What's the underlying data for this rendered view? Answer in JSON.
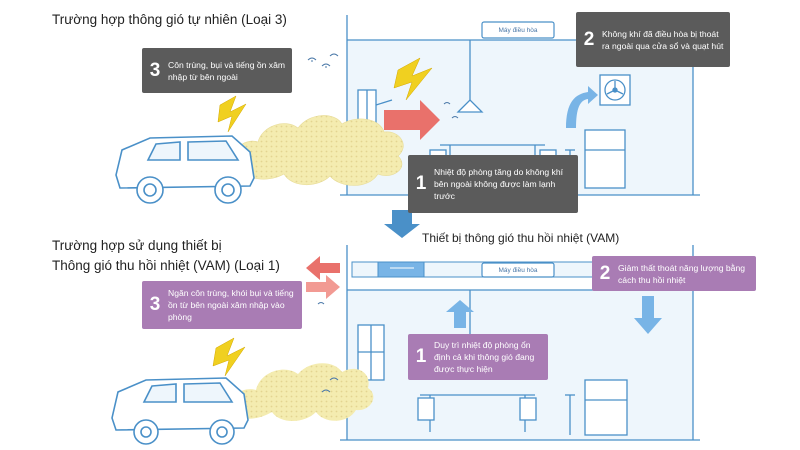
{
  "top": {
    "title": "Trường hợp thông gió tự nhiên (Loại 3)",
    "ac_label": "Máy điều hòa",
    "boxes": [
      {
        "num": "3",
        "text": "Côn trùng, bụi và tiếng ồn xâm nhập từ bên ngoài"
      },
      {
        "num": "2",
        "text": "Không khí đã điều hòa bị thoát ra ngoài qua cửa sổ và quạt hút"
      },
      {
        "num": "1",
        "text": "Nhiệt độ phòng tăng do không khí bên ngoài không được làm lạnh trước"
      }
    ]
  },
  "bottom": {
    "title_line1": "Trường hợp sử dụng thiết bị",
    "title_line2": "Thông gió thu hồi nhiệt (VAM) (Loại 1)",
    "vam_label": "Thiết bị thông gió thu hồi nhiệt (VAM)",
    "ac_label": "Máy điều hòa",
    "boxes": [
      {
        "num": "3",
        "text": "Ngăn côn trùng, khói bụi và tiếng ồn từ bên ngoài xâm nhập vào phòng"
      },
      {
        "num": "2",
        "text": "Giảm thất thoát năng lượng bằng cách thu hồi nhiệt"
      },
      {
        "num": "1",
        "text": "Duy trì nhiệt độ phòng ổn định cả khi thông gió đang được thực hiện"
      }
    ]
  },
  "colors": {
    "line": "#4a90c8",
    "room_fill": "#eef6fc",
    "gray_box": "#5b5b5b",
    "purple_box": "#a97cb4",
    "red_arrow": "#e9716b",
    "pink_arrow": "#f29a93",
    "blue_arrow": "#78b4e6",
    "dust": "#f4ecb0",
    "lightning": "#f0d020"
  }
}
